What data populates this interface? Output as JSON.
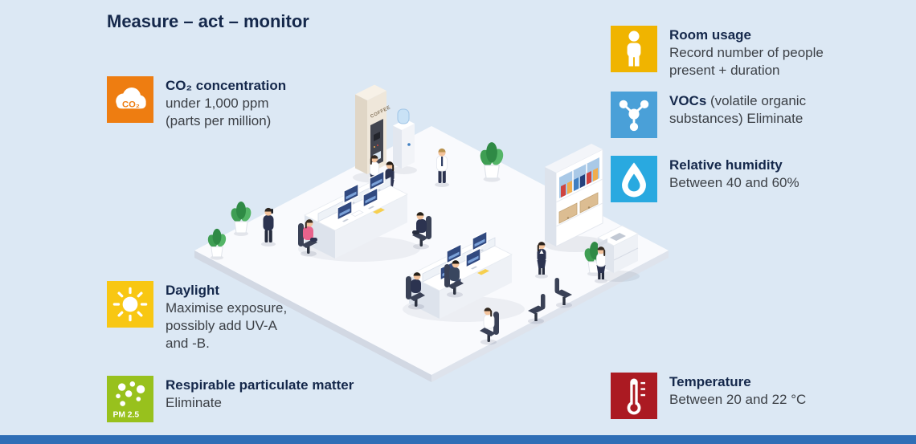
{
  "page": {
    "title": "Measure – act – monitor",
    "background": "#dce8f4",
    "footer_color": "#2f6eb6",
    "heading_color": "#15284b"
  },
  "callouts": {
    "co2": {
      "icon": "co2-cloud-icon",
      "color": "#ee7d11",
      "icon_text": "CO₂",
      "title": "CO₂ concentration",
      "lines": [
        "under 1,000 ppm",
        "(parts per million)"
      ]
    },
    "daylight": {
      "icon": "sun-icon",
      "color": "#f8c713",
      "title": "Daylight",
      "lines": [
        "Maximise exposure,",
        "possibly add UV-A",
        "and -B."
      ]
    },
    "pm": {
      "icon": "particles-icon",
      "color": "#98c11d",
      "icon_text": "PM 2.5",
      "title": "Respirable particulate matter",
      "lines": [
        "Eliminate"
      ]
    },
    "room_usage": {
      "icon": "person-icon",
      "color": "#f0b400",
      "title": "Room usage",
      "lines": [
        "Record number of people",
        "present + duration"
      ]
    },
    "vocs": {
      "icon": "molecule-icon",
      "color": "#4aa0d8",
      "title": "VOCs",
      "title_suffix": " (volatile organic",
      "lines": [
        "substances) Eliminate"
      ]
    },
    "humidity": {
      "icon": "droplet-icon",
      "color": "#29a9e0",
      "title": "Relative humidity",
      "lines": [
        "Between 40 and 60%"
      ]
    },
    "temperature": {
      "icon": "thermometer-icon",
      "color": "#ab1a22",
      "title": "Temperature",
      "lines": [
        "Between 20 and 22 °C"
      ]
    }
  },
  "illustration": {
    "coffee_machine_label": "COFFEE"
  }
}
